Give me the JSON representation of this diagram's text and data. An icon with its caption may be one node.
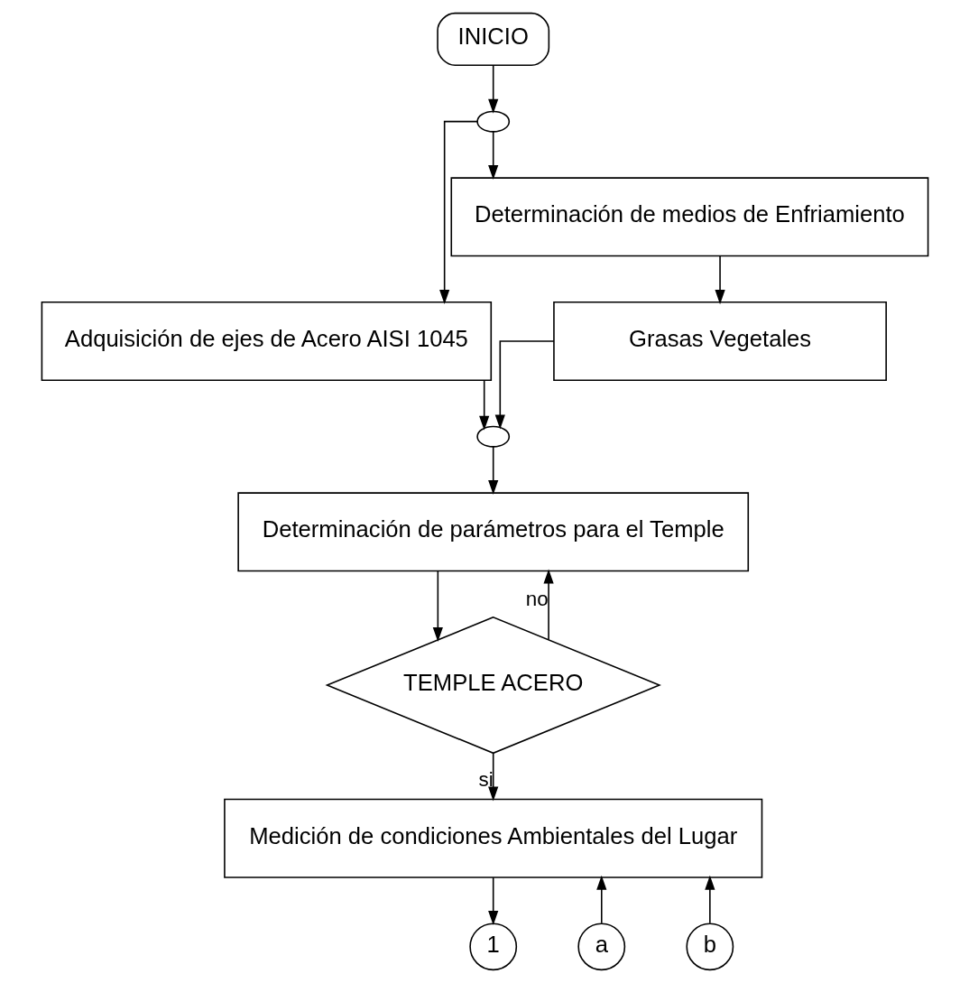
{
  "diagram": {
    "nodes": [
      {
        "text": [
          "INICIO"
        ]
      },
      {
        "text": [],
        "shape": "ellipse"
      },
      {
        "text": [
          "Adquisición de ejes de Acero AISI 1045"
        ]
      },
      {
        "text": [
          "Determinación de medios de Enfriamiento"
        ]
      },
      {
        "text": [
          "Grasas Vegetales"
        ]
      },
      {
        "text": [],
        "shape": "ellipse"
      },
      {
        "text": [
          "Determinación de parámetros para el Temple"
        ]
      },
      {
        "text": [
          "TEMPLE ACERO"
        ]
      },
      {
        "text": [
          "Medición de condiciones Ambientales del Lugar"
        ]
      },
      {
        "text": [
          "1"
        ]
      },
      {
        "text": [
          "a"
        ]
      },
      {
        "text": [
          "b"
        ]
      }
    ],
    "edges": [
      {
        "from": 0,
        "to": 1,
        "arrow": "to"
      },
      {
        "from": 1,
        "to": 2,
        "arrow": "to"
      },
      {
        "from": 1,
        "to": 3,
        "arrow": "to"
      },
      {
        "from": 3,
        "to": 4,
        "arrow": "to"
      },
      {
        "from": 2,
        "to": 5,
        "arrow": "to"
      },
      {
        "from": 4,
        "to": 5,
        "arrow": "to"
      },
      {
        "from": 5,
        "to": 6,
        "arrow": "to"
      },
      {
        "from": 6,
        "to": 7,
        "arrow": "to"
      },
      {
        "from": 7,
        "to": 6,
        "arrow": "to",
        "label": "no"
      },
      {
        "from": 7,
        "to": 8,
        "arrow": "to",
        "label": "si"
      },
      {
        "from": 10,
        "to": 8,
        "arrow": "to"
      },
      {
        "from": 11,
        "to": 8,
        "arrow": "to"
      },
      {
        "from": 8,
        "to": 9,
        "arrow": "to"
      }
    ]
  }
}
